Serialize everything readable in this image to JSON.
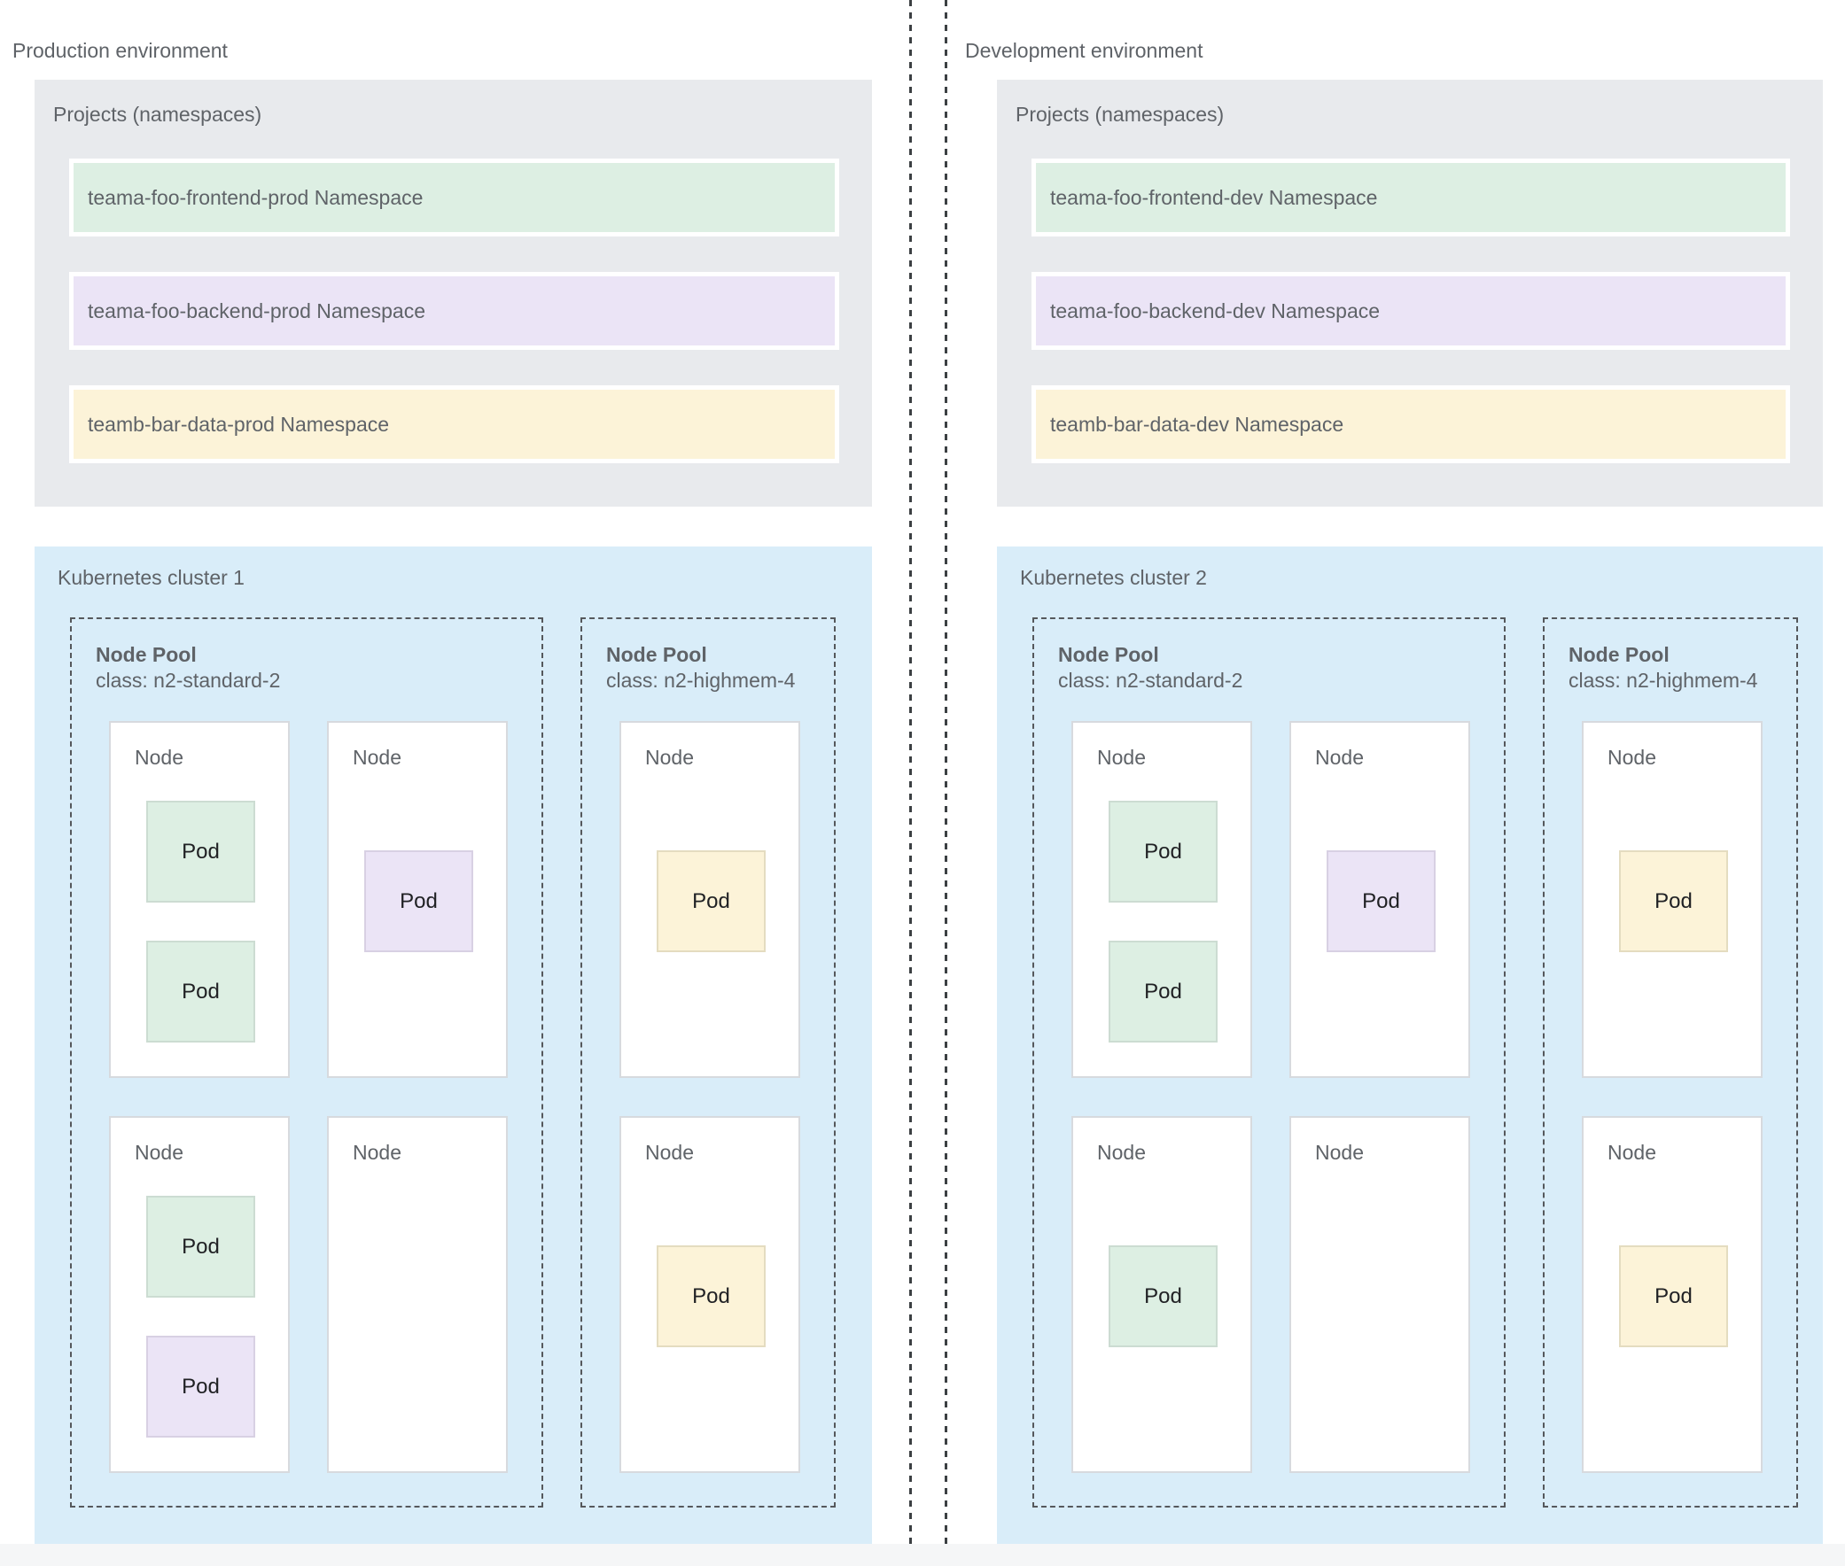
{
  "labels": {
    "node_pool": "Node Pool",
    "node": "Node",
    "pod": "Pod"
  },
  "colors": {
    "namespace_green": "#ddefe3",
    "namespace_purple": "#ebe4f6",
    "namespace_yellow": "#fcf3d8",
    "projects_box_bg": "#e8eaed",
    "cluster_box_bg": "#d9edf9",
    "label_gray": "#5f6368"
  },
  "environments": [
    {
      "title": "Production environment",
      "projects": {
        "label": "Projects (namespaces)",
        "namespaces": [
          {
            "label": "teama-foo-frontend-prod Namespace",
            "color": "green"
          },
          {
            "label": "teama-foo-backend-prod Namespace",
            "color": "purple"
          },
          {
            "label": "teamb-bar-data-prod Namespace",
            "color": "yellow"
          }
        ]
      },
      "cluster": {
        "title": "Kubernetes cluster 1",
        "node_pools": [
          {
            "title": "Node Pool",
            "class_label": "class: n2-standard-2",
            "columns": 2,
            "nodes": [
              {
                "pods": [
                  "green",
                  "green"
                ]
              },
              {
                "pods": [
                  "purple"
                ]
              },
              {
                "pods": [
                  "green",
                  "purple"
                ]
              },
              {
                "pods": []
              }
            ]
          },
          {
            "title": "Node Pool",
            "class_label": "class: n2-highmem-4",
            "columns": 1,
            "nodes": [
              {
                "pods": [
                  "yellow"
                ]
              },
              {
                "pods": [
                  "yellow"
                ]
              }
            ]
          }
        ]
      }
    },
    {
      "title": "Development environment",
      "projects": {
        "label": "Projects (namespaces)",
        "namespaces": [
          {
            "label": "teama-foo-frontend-dev Namespace",
            "color": "green"
          },
          {
            "label": "teama-foo-backend-dev Namespace",
            "color": "purple"
          },
          {
            "label": "teamb-bar-data-dev Namespace",
            "color": "yellow"
          }
        ]
      },
      "cluster": {
        "title": "Kubernetes cluster 2",
        "node_pools": [
          {
            "title": "Node Pool",
            "class_label": "class: n2-standard-2",
            "columns": 2,
            "nodes": [
              {
                "pods": [
                  "green",
                  "green"
                ]
              },
              {
                "pods": [
                  "purple"
                ]
              },
              {
                "pods": [
                  "green"
                ]
              },
              {
                "pods": []
              }
            ]
          },
          {
            "title": "Node Pool",
            "class_label": "class: n2-highmem-4",
            "columns": 1,
            "nodes": [
              {
                "pods": [
                  "yellow"
                ]
              },
              {
                "pods": [
                  "yellow"
                ]
              }
            ]
          }
        ]
      }
    }
  ]
}
